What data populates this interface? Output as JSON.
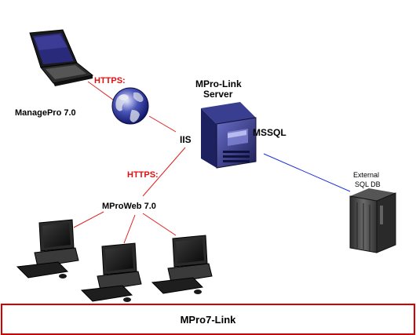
{
  "nodes": {
    "managepro_label": "ManagePro 7.0",
    "https_upper": "HTTPS:",
    "https_lower": "HTTPS:",
    "server_label_line1": "MPro-Link",
    "server_label_line2": "Server",
    "iis_label": "IIS",
    "mssql_label": "MSSQL",
    "mproweb_label": "MProWeb 7.0",
    "external_db_line1": "External",
    "external_db_line2": "SQL DB"
  },
  "footer": {
    "title": "MPro7-Link"
  },
  "colors": {
    "https_connection": "#e02020",
    "https_text": "#e01010",
    "sql_connection": "#2030e0",
    "footer_border": "#d60000"
  }
}
